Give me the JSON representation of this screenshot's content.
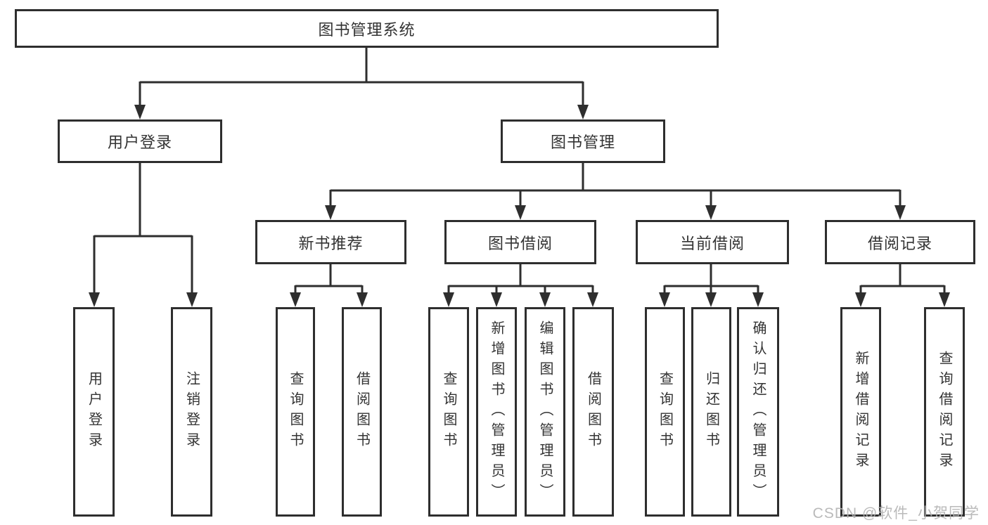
{
  "colors": {
    "line": "#2e2e2e",
    "box_border": "#2e2e2e",
    "text": "#333333",
    "background": "#ffffff",
    "watermark": "#b2b2b2"
  },
  "watermark": {
    "text": "CSDN @软件_小贺同学"
  },
  "tree": {
    "root": {
      "label": "图书管理系统"
    },
    "level2": {
      "user_login": {
        "label": "用户登录"
      },
      "book_management": {
        "label": "图书管理"
      }
    },
    "level3": {
      "new_book_recommend": {
        "label": "新书推荐"
      },
      "book_borrowing": {
        "label": "图书借阅"
      },
      "current_borrowing": {
        "label": "当前借阅"
      },
      "borrowing_records": {
        "label": "借阅记录"
      }
    },
    "leaves": {
      "user_login": {
        "label": "用户登录"
      },
      "logout": {
        "label": "注销登录"
      },
      "recommend_query_books": {
        "label": "查询图书"
      },
      "recommend_borrow_books": {
        "label": "借阅图书"
      },
      "borrowing_query_books": {
        "label": "查询图书"
      },
      "borrowing_add_books": {
        "label": "新增图书（管理员）"
      },
      "borrowing_edit_books": {
        "label": "编辑图书（管理员）"
      },
      "borrowing_borrow_books": {
        "label": "借阅图书"
      },
      "current_query_books": {
        "label": "查询图书"
      },
      "current_return_books": {
        "label": "归还图书"
      },
      "current_confirm_return": {
        "label": "确认归还（管理员）"
      },
      "records_add_record": {
        "label": "新增借阅记录"
      },
      "records_query_record": {
        "label": "查询借阅记录"
      }
    }
  }
}
